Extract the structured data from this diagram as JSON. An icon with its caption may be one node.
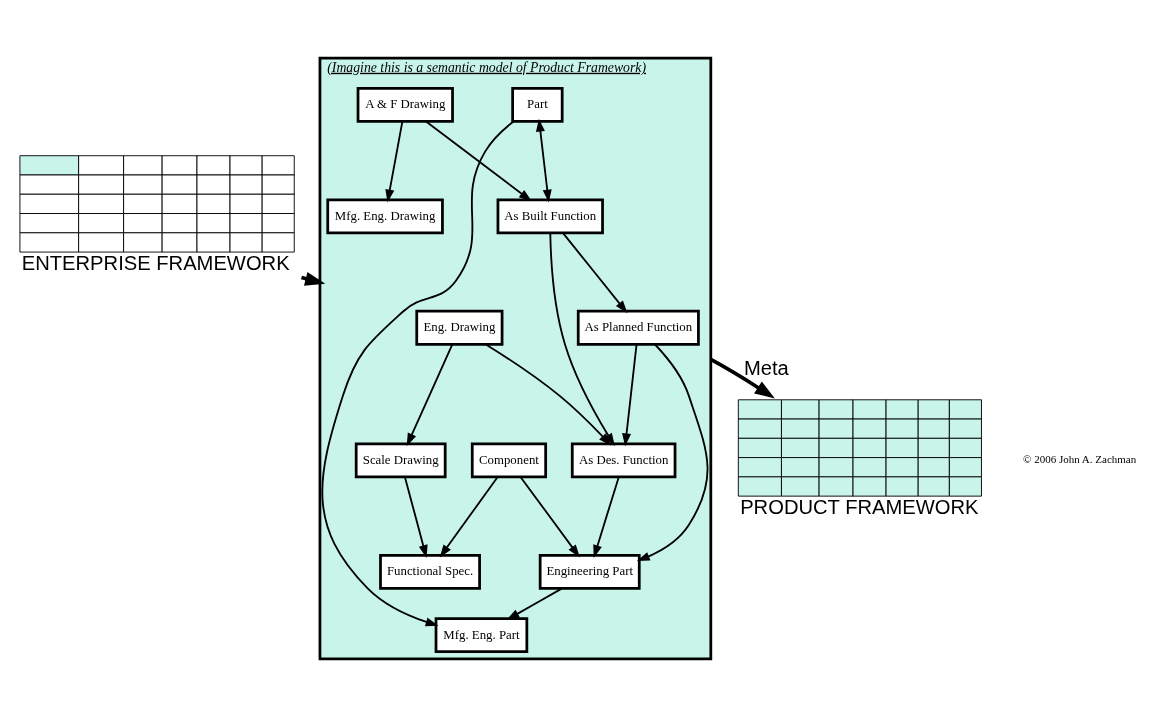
{
  "diagram": {
    "nodes": [
      {
        "text": [
          "ENTERPRISE FRAMEWORK"
        ]
      },
      {
        "text": [
          "(Imagine this is a semantic model of Product Framework)"
        ]
      },
      {
        "text": [
          "Component"
        ],
        "in": 1
      },
      {
        "text": [
          "Functional Spec."
        ],
        "in": 1
      },
      {
        "text": [
          "Scale Drawing"
        ],
        "in": 1
      },
      {
        "text": [
          "Engineering Part"
        ],
        "in": 1
      },
      {
        "text": [
          "As Des. Function"
        ],
        "in": 1
      },
      {
        "text": [
          "Eng. Drawing"
        ],
        "in": 1
      },
      {
        "text": [
          "As Planned Function"
        ],
        "in": 1
      },
      {
        "text": [
          "Mfg. Eng. Drawing"
        ],
        "in": 1
      },
      {
        "text": [
          "Mfg. Eng. Part"
        ],
        "in": 1
      },
      {
        "text": [
          "Part"
        ],
        "in": 1
      },
      {
        "text": [
          "As Built Function"
        ],
        "in": 1
      },
      {
        "text": [
          "A & F Drawing"
        ],
        "in": 1
      },
      {
        "text": [
          "PRODUCT FRAMEWORK"
        ]
      }
    ],
    "edges": [
      {
        "from": 0,
        "to": 1,
        "arrow": "to",
        "style": "thick"
      },
      {
        "from": 2,
        "to": 3,
        "arrow": "to"
      },
      {
        "from": 2,
        "to": 5,
        "arrow": "to"
      },
      {
        "from": 4,
        "to": 3,
        "arrow": "to"
      },
      {
        "from": 7,
        "to": 4,
        "arrow": "to"
      },
      {
        "from": 6,
        "to": 5,
        "arrow": "to"
      },
      {
        "from": 7,
        "to": 6,
        "arrow": "to"
      },
      {
        "from": 8,
        "to": 5,
        "arrow": "to"
      },
      {
        "from": 8,
        "to": 6,
        "arrow": "to"
      },
      {
        "from": 5,
        "to": 10,
        "arrow": "to"
      },
      {
        "from": 11,
        "to": 10,
        "arrow": "to"
      },
      {
        "from": 11,
        "to": 12,
        "arrow": "both"
      },
      {
        "from": 12,
        "to": 8,
        "arrow": "to"
      },
      {
        "from": 12,
        "to": 6,
        "arrow": "to"
      },
      {
        "from": 13,
        "to": 12,
        "arrow": "to"
      },
      {
        "from": 13,
        "to": 9,
        "arrow": "to"
      },
      {
        "from": 1,
        "to": 14,
        "arrow": "to",
        "label": "Meta",
        "style": "thick"
      }
    ],
    "labels": [
      "© 2006 John A. Zachman"
    ]
  }
}
